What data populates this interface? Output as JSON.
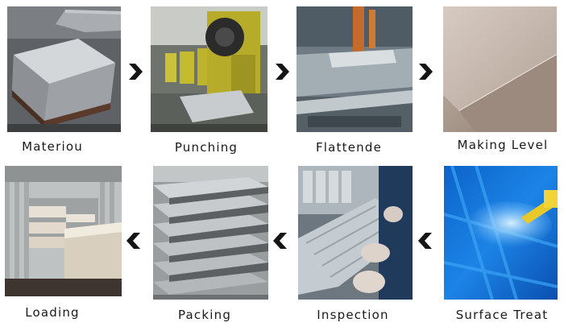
{
  "steps": [
    {
      "label": "Materiou",
      "icon": "steel-sheets-stack-photo"
    },
    {
      "label": "Punching",
      "icon": "punching-machine-photo"
    },
    {
      "label": "Flattende",
      "icon": "flattening-machine-photo"
    },
    {
      "label": "Making Level",
      "icon": "leveled-sheet-photo"
    },
    {
      "label": "Surface Treat",
      "icon": "surface-spray-photo"
    },
    {
      "label": "Inspection",
      "icon": "inspection-gloves-photo"
    },
    {
      "label": "Packing",
      "icon": "packed-sheets-rack-photo"
    },
    {
      "label": "Loading",
      "icon": "container-loading-photo"
    }
  ],
  "arrows": [
    {
      "direction": "right",
      "icon": "chevron-right-icon"
    },
    {
      "direction": "right",
      "icon": "chevron-right-icon"
    },
    {
      "direction": "right",
      "icon": "chevron-right-icon"
    },
    {
      "direction": "left",
      "icon": "chevron-left-icon"
    },
    {
      "direction": "left",
      "icon": "chevron-left-icon"
    },
    {
      "direction": "left",
      "icon": "chevron-left-icon"
    }
  ]
}
